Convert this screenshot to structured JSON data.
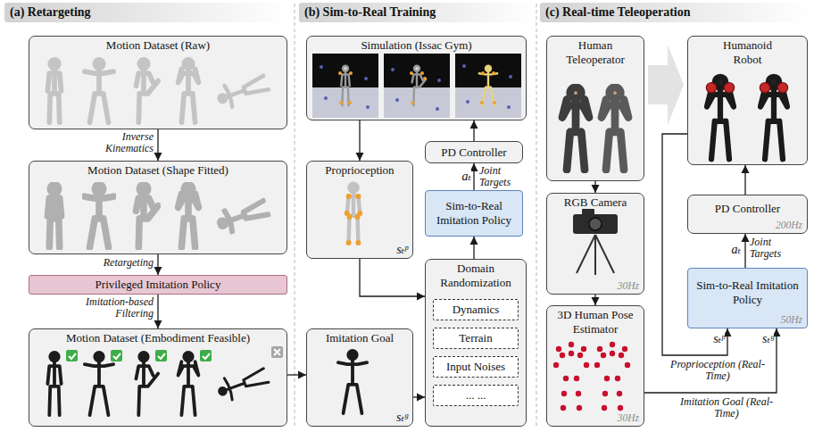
{
  "diagram": {
    "nodes": [
      {
        "text": [
          "(a) Retargeting"
        ]
      },
      {
        "text": [
          "Motion Dataset (Raw)"
        ]
      },
      {
        "text": [
          "Motion Dataset (Shape Fitted)"
        ]
      },
      {
        "text": [
          "Privileged Imitation Policy"
        ]
      },
      {
        "text": [
          "Motion Dataset (Embodiment Feasible)"
        ]
      },
      {
        "text": [
          "(b) Sim-to-Real Training"
        ]
      },
      {
        "text": [
          "Simulation (Issac Gym)"
        ]
      },
      {
        "text": [
          "Proprioception",
          "sₜᵖ"
        ]
      },
      {
        "text": [
          "PD Controller"
        ]
      },
      {
        "text": [
          "Sim-to-Real Imitation Policy"
        ]
      },
      {
        "text": [
          "Domain Randomization"
        ]
      },
      {
        "text": [
          "Dynamics"
        ],
        "in": 10
      },
      {
        "text": [
          "Terrain"
        ],
        "in": 10
      },
      {
        "text": [
          "Input Noises"
        ],
        "in": 10
      },
      {
        "text": [
          "... ..."
        ],
        "in": 10
      },
      {
        "text": [
          "Imitation Goal",
          "sₜᵍ"
        ]
      },
      {
        "text": [
          "(c) Real-time Teleoperation"
        ]
      },
      {
        "text": [
          "Human Teleoperator"
        ]
      },
      {
        "text": [
          "Humanoid Robot"
        ]
      },
      {
        "text": [
          "RGB Camera",
          "30Hz"
        ]
      },
      {
        "text": [
          "PD Controller",
          "200Hz"
        ]
      },
      {
        "text": [
          "3D Human Pose Estimator",
          "30Hz"
        ]
      },
      {
        "text": [
          "Sim-to-Real Imitation Policy",
          "50Hz"
        ]
      }
    ],
    "edges": [
      {
        "from": 1,
        "to": 2,
        "arrow": "to",
        "label": "Inverse Kinematics"
      },
      {
        "from": 2,
        "to": 3,
        "arrow": "to",
        "label": "Retargeting"
      },
      {
        "from": 3,
        "to": 4,
        "arrow": "to",
        "label": "Imitation-based Filtering"
      },
      {
        "from": 4,
        "to": 15,
        "arrow": "to"
      },
      {
        "from": 6,
        "to": 7,
        "arrow": "to"
      },
      {
        "from": 7,
        "to": 10,
        "arrow": "to"
      },
      {
        "from": 15,
        "to": 10,
        "arrow": "to"
      },
      {
        "from": 10,
        "to": 9,
        "arrow": "to"
      },
      {
        "from": 9,
        "to": 8,
        "arrow": "to",
        "label": "Joint Targets"
      },
      {
        "from": 8,
        "to": 6,
        "arrow": "to"
      },
      {
        "from": 17,
        "to": 18,
        "arrow": "to"
      },
      {
        "from": 17,
        "to": 19,
        "arrow": "to"
      },
      {
        "from": 19,
        "to": 21,
        "arrow": "to"
      },
      {
        "from": 21,
        "to": 22,
        "arrow": "to",
        "label": "Imitation Goal (Real-Time)"
      },
      {
        "from": 18,
        "to": 22,
        "arrow": "to",
        "label": "Proprioception (Real-Time)"
      },
      {
        "from": 22,
        "to": 20,
        "arrow": "to",
        "label": "Joint Targets"
      },
      {
        "from": 20,
        "to": 18,
        "arrow": "to"
      }
    ],
    "labels": [
      "aₜ",
      "aₜ",
      "sₜᵖ",
      "sₜᵍ"
    ]
  }
}
